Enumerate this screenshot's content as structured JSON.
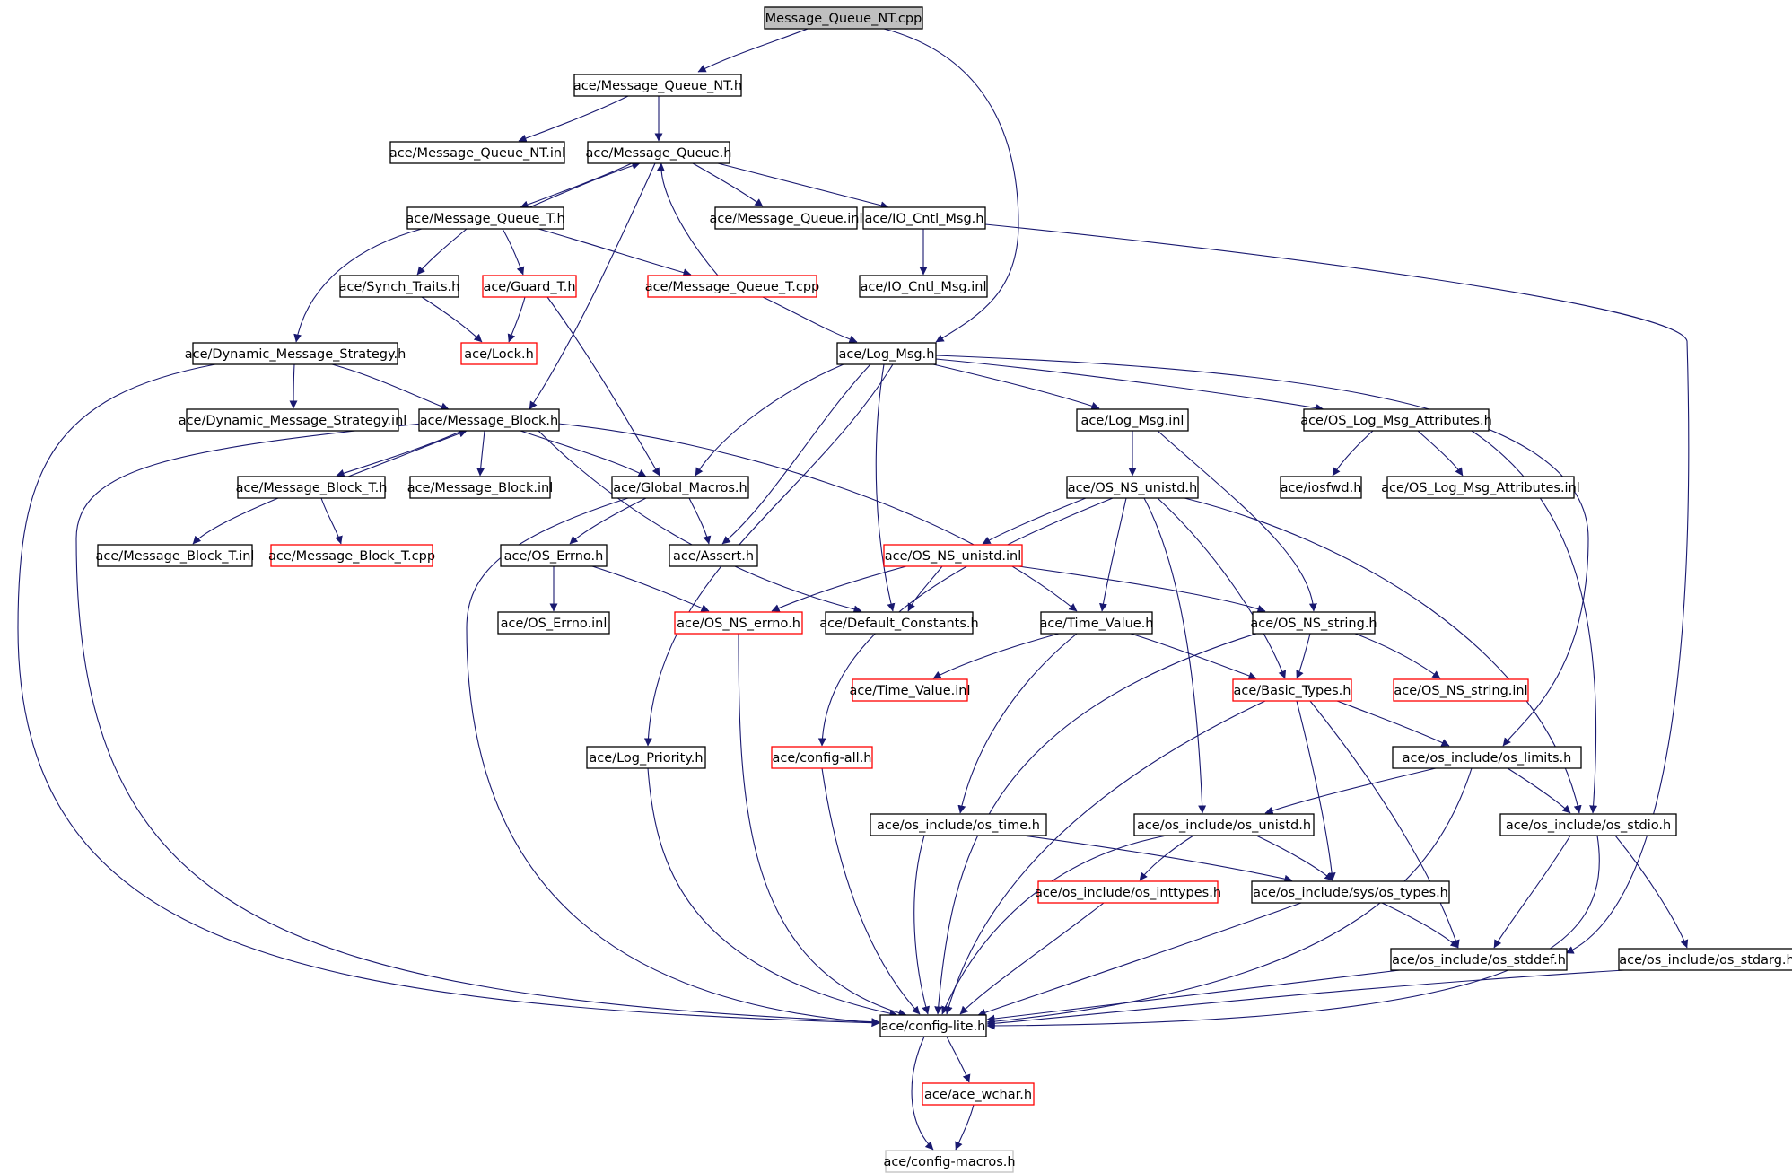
{
  "diagram": {
    "colors": {
      "edge": "#191970",
      "node_border_normal": "#000000",
      "node_border_truncated": "#ff0000",
      "node_border_muted": "#bfbfbf",
      "root_fill": "#bfbfbf",
      "node_fill": "#ffffff"
    },
    "nodes": [
      {
        "id": "n_mqnt_cpp",
        "label": "Message_Queue_NT.cpp",
        "style": "root"
      },
      {
        "id": "n_mqnt_h",
        "label": "ace/Message_Queue_NT.h",
        "style": "normal"
      },
      {
        "id": "n_mqnt_inl",
        "label": "ace/Message_Queue_NT.inl",
        "style": "normal"
      },
      {
        "id": "n_mq_h",
        "label": "ace/Message_Queue.h",
        "style": "normal"
      },
      {
        "id": "n_mqt_h",
        "label": "ace/Message_Queue_T.h",
        "style": "normal"
      },
      {
        "id": "n_mq_inl",
        "label": "ace/Message_Queue.inl",
        "style": "normal"
      },
      {
        "id": "n_ioc_h",
        "label": "ace/IO_Cntl_Msg.h",
        "style": "normal"
      },
      {
        "id": "n_synch",
        "label": "ace/Synch_Traits.h",
        "style": "normal"
      },
      {
        "id": "n_guard",
        "label": "ace/Guard_T.h",
        "style": "truncated"
      },
      {
        "id": "n_mqt_cpp",
        "label": "ace/Message_Queue_T.cpp",
        "style": "truncated"
      },
      {
        "id": "n_ioc_inl",
        "label": "ace/IO_Cntl_Msg.inl",
        "style": "normal"
      },
      {
        "id": "n_dms_h",
        "label": "ace/Dynamic_Message_Strategy.h",
        "style": "normal"
      },
      {
        "id": "n_lock",
        "label": "ace/Lock.h",
        "style": "truncated"
      },
      {
        "id": "n_logmsg_h",
        "label": "ace/Log_Msg.h",
        "style": "normal"
      },
      {
        "id": "n_dms_inl",
        "label": "ace/Dynamic_Message_Strategy.inl",
        "style": "normal"
      },
      {
        "id": "n_mb_h",
        "label": "ace/Message_Block.h",
        "style": "normal"
      },
      {
        "id": "n_logmsg_inl",
        "label": "ace/Log_Msg.inl",
        "style": "normal"
      },
      {
        "id": "n_oslma_h",
        "label": "ace/OS_Log_Msg_Attributes.h",
        "style": "normal"
      },
      {
        "id": "n_mbt_h",
        "label": "ace/Message_Block_T.h",
        "style": "normal"
      },
      {
        "id": "n_mb_inl",
        "label": "ace/Message_Block.inl",
        "style": "normal"
      },
      {
        "id": "n_gm_h",
        "label": "ace/Global_Macros.h",
        "style": "normal"
      },
      {
        "id": "n_osnsu_h",
        "label": "ace/OS_NS_unistd.h",
        "style": "normal"
      },
      {
        "id": "n_iosfwd",
        "label": "ace/iosfwd.h",
        "style": "normal"
      },
      {
        "id": "n_oslma_inl",
        "label": "ace/OS_Log_Msg_Attributes.inl",
        "style": "normal"
      },
      {
        "id": "n_mbt_inl",
        "label": "ace/Message_Block_T.inl",
        "style": "normal"
      },
      {
        "id": "n_mbt_cpp",
        "label": "ace/Message_Block_T.cpp",
        "style": "truncated"
      },
      {
        "id": "n_oserrno_h",
        "label": "ace/OS_Errno.h",
        "style": "normal"
      },
      {
        "id": "n_assert",
        "label": "ace/Assert.h",
        "style": "normal"
      },
      {
        "id": "n_osnsu_inl",
        "label": "ace/OS_NS_unistd.inl",
        "style": "truncated"
      },
      {
        "id": "n_oserrno_inl",
        "label": "ace/OS_Errno.inl",
        "style": "normal"
      },
      {
        "id": "n_osnserrno",
        "label": "ace/OS_NS_errno.h",
        "style": "truncated"
      },
      {
        "id": "n_defconst",
        "label": "ace/Default_Constants.h",
        "style": "normal"
      },
      {
        "id": "n_tv_h",
        "label": "ace/Time_Value.h",
        "style": "normal"
      },
      {
        "id": "n_osnsstr_h",
        "label": "ace/OS_NS_string.h",
        "style": "normal"
      },
      {
        "id": "n_tv_inl",
        "label": "ace/Time_Value.inl",
        "style": "truncated"
      },
      {
        "id": "n_basic",
        "label": "ace/Basic_Types.h",
        "style": "truncated"
      },
      {
        "id": "n_osnsstr_inl",
        "label": "ace/OS_NS_string.inl",
        "style": "truncated"
      },
      {
        "id": "n_logprio",
        "label": "ace/Log_Priority.h",
        "style": "normal"
      },
      {
        "id": "n_configall",
        "label": "ace/config-all.h",
        "style": "truncated"
      },
      {
        "id": "n_oslimits",
        "label": "ace/os_include/os_limits.h",
        "style": "normal"
      },
      {
        "id": "n_ostime",
        "label": "ace/os_include/os_time.h",
        "style": "normal"
      },
      {
        "id": "n_osunistd",
        "label": "ace/os_include/os_unistd.h",
        "style": "normal"
      },
      {
        "id": "n_osstdio",
        "label": "ace/os_include/os_stdio.h",
        "style": "normal"
      },
      {
        "id": "n_osinttypes",
        "label": "ace/os_include/os_inttypes.h",
        "style": "truncated"
      },
      {
        "id": "n_ostypes",
        "label": "ace/os_include/sys/os_types.h",
        "style": "normal"
      },
      {
        "id": "n_osstddef",
        "label": "ace/os_include/os_stddef.h",
        "style": "normal"
      },
      {
        "id": "n_osstdarg",
        "label": "ace/os_include/os_stdarg.h",
        "style": "normal"
      },
      {
        "id": "n_configlite",
        "label": "ace/config-lite.h",
        "style": "normal"
      },
      {
        "id": "n_acewchar",
        "label": "ace/ace_wchar.h",
        "style": "truncated"
      },
      {
        "id": "n_configmacros",
        "label": "ace/config-macros.h",
        "style": "muted"
      }
    ],
    "edges": [
      {
        "from": "n_mqnt_cpp",
        "to": "n_mqnt_h"
      },
      {
        "from": "n_mqnt_cpp",
        "to": "n_logmsg_h"
      },
      {
        "from": "n_mqnt_h",
        "to": "n_mqnt_inl"
      },
      {
        "from": "n_mqnt_h",
        "to": "n_mq_h"
      },
      {
        "from": "n_mq_h",
        "to": "n_mqt_h"
      },
      {
        "from": "n_mqt_h",
        "to": "n_mq_h"
      },
      {
        "from": "n_mq_h",
        "to": "n_mq_inl"
      },
      {
        "from": "n_mq_h",
        "to": "n_ioc_h"
      },
      {
        "from": "n_mq_h",
        "to": "n_mb_h"
      },
      {
        "from": "n_mqt_cpp",
        "to": "n_mq_h"
      },
      {
        "from": "n_mqt_h",
        "to": "n_synch"
      },
      {
        "from": "n_mqt_h",
        "to": "n_guard"
      },
      {
        "from": "n_mqt_h",
        "to": "n_mqt_cpp"
      },
      {
        "from": "n_mqt_h",
        "to": "n_dms_h"
      },
      {
        "from": "n_ioc_h",
        "to": "n_ioc_inl"
      },
      {
        "from": "n_ioc_h",
        "to": "n_osstddef"
      },
      {
        "from": "n_synch",
        "to": "n_lock"
      },
      {
        "from": "n_guard",
        "to": "n_lock"
      },
      {
        "from": "n_guard",
        "to": "n_gm_h"
      },
      {
        "from": "n_mqt_cpp",
        "to": "n_logmsg_h"
      },
      {
        "from": "n_dms_h",
        "to": "n_dms_inl"
      },
      {
        "from": "n_dms_h",
        "to": "n_mb_h"
      },
      {
        "from": "n_dms_h",
        "to": "n_configlite"
      },
      {
        "from": "n_logmsg_h",
        "to": "n_gm_h"
      },
      {
        "from": "n_logmsg_h",
        "to": "n_assert"
      },
      {
        "from": "n_logmsg_h",
        "to": "n_defconst"
      },
      {
        "from": "n_logmsg_h",
        "to": "n_logprio"
      },
      {
        "from": "n_logmsg_h",
        "to": "n_logmsg_inl"
      },
      {
        "from": "n_logmsg_h",
        "to": "n_oslma_h"
      },
      {
        "from": "n_logmsg_h",
        "to": "n_oslimits"
      },
      {
        "from": "n_mb_h",
        "to": "n_mbt_h"
      },
      {
        "from": "n_mbt_h",
        "to": "n_mb_h"
      },
      {
        "from": "n_mb_h",
        "to": "n_mb_inl"
      },
      {
        "from": "n_mb_h",
        "to": "n_gm_h"
      },
      {
        "from": "n_mb_h",
        "to": "n_tv_h"
      },
      {
        "from": "n_mb_h",
        "to": "n_defconst"
      },
      {
        "from": "n_mb_h",
        "to": "n_configlite"
      },
      {
        "from": "n_mbt_h",
        "to": "n_mbt_inl"
      },
      {
        "from": "n_mbt_h",
        "to": "n_mbt_cpp"
      },
      {
        "from": "n_logmsg_inl",
        "to": "n_osnsu_h"
      },
      {
        "from": "n_logmsg_inl",
        "to": "n_osnsstr_h"
      },
      {
        "from": "n_oslma_h",
        "to": "n_iosfwd"
      },
      {
        "from": "n_oslma_h",
        "to": "n_oslma_inl"
      },
      {
        "from": "n_oslma_h",
        "to": "n_osstdio"
      },
      {
        "from": "n_gm_h",
        "to": "n_oserrno_h"
      },
      {
        "from": "n_gm_h",
        "to": "n_assert"
      },
      {
        "from": "n_gm_h",
        "to": "n_configlite"
      },
      {
        "from": "n_oserrno_h",
        "to": "n_oserrno_inl"
      },
      {
        "from": "n_oserrno_h",
        "to": "n_osnserrno"
      },
      {
        "from": "n_osnsu_h",
        "to": "n_osnsu_inl"
      },
      {
        "from": "n_osnsu_h",
        "to": "n_tv_h"
      },
      {
        "from": "n_osnsu_h",
        "to": "n_basic"
      },
      {
        "from": "n_osnsu_h",
        "to": "n_configall"
      },
      {
        "from": "n_osnsu_h",
        "to": "n_osunistd"
      },
      {
        "from": "n_osnsu_h",
        "to": "n_osstdio"
      },
      {
        "from": "n_osnsu_inl",
        "to": "n_osnserrno"
      },
      {
        "from": "n_osnsu_inl",
        "to": "n_defconst"
      },
      {
        "from": "n_osnsu_inl",
        "to": "n_osnsstr_h"
      },
      {
        "from": "n_osnserrno",
        "to": "n_configlite"
      },
      {
        "from": "n_tv_h",
        "to": "n_tv_inl"
      },
      {
        "from": "n_tv_h",
        "to": "n_basic"
      },
      {
        "from": "n_tv_h",
        "to": "n_ostime"
      },
      {
        "from": "n_osnsstr_h",
        "to": "n_basic"
      },
      {
        "from": "n_osnsstr_h",
        "to": "n_osnsstr_inl"
      },
      {
        "from": "n_osnsstr_h",
        "to": "n_configlite"
      },
      {
        "from": "n_basic",
        "to": "n_oslimits"
      },
      {
        "from": "n_basic",
        "to": "n_ostypes"
      },
      {
        "from": "n_basic",
        "to": "n_osstddef"
      },
      {
        "from": "n_basic",
        "to": "n_configlite"
      },
      {
        "from": "n_logprio",
        "to": "n_configlite"
      },
      {
        "from": "n_configall",
        "to": "n_configlite"
      },
      {
        "from": "n_oslimits",
        "to": "n_osunistd"
      },
      {
        "from": "n_oslimits",
        "to": "n_osstdio"
      },
      {
        "from": "n_oslimits",
        "to": "n_configlite"
      },
      {
        "from": "n_ostime",
        "to": "n_ostypes"
      },
      {
        "from": "n_ostime",
        "to": "n_configlite"
      },
      {
        "from": "n_osunistd",
        "to": "n_osinttypes"
      },
      {
        "from": "n_osunistd",
        "to": "n_ostypes"
      },
      {
        "from": "n_osunistd",
        "to": "n_configlite"
      },
      {
        "from": "n_osstdio",
        "to": "n_osstddef"
      },
      {
        "from": "n_osstdio",
        "to": "n_osstdarg"
      },
      {
        "from": "n_osstdio",
        "to": "n_configlite"
      },
      {
        "from": "n_osinttypes",
        "to": "n_configlite"
      },
      {
        "from": "n_ostypes",
        "to": "n_osstddef"
      },
      {
        "from": "n_ostypes",
        "to": "n_configlite"
      },
      {
        "from": "n_osstddef",
        "to": "n_configlite"
      },
      {
        "from": "n_osstdarg",
        "to": "n_configlite"
      },
      {
        "from": "n_configlite",
        "to": "n_acewchar"
      },
      {
        "from": "n_configlite",
        "to": "n_configmacros"
      },
      {
        "from": "n_acewchar",
        "to": "n_configmacros"
      }
    ]
  }
}
